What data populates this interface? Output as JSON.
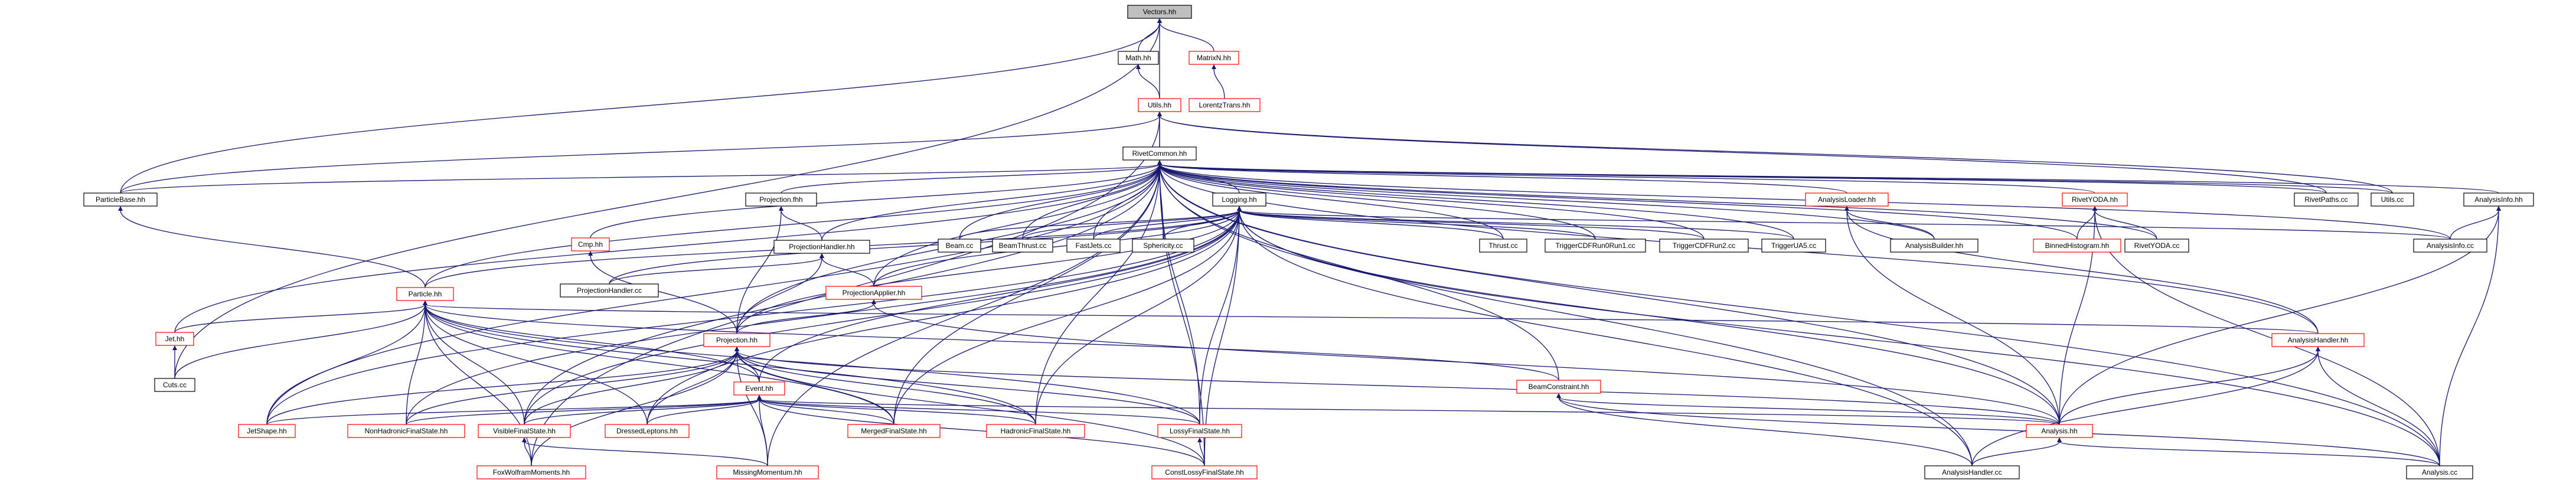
{
  "colors": {
    "edge": "#191970",
    "border_ok": "#000000",
    "border_bad": "#ff0000",
    "fill_node": "#ffffff",
    "fill_root": "#bfbfbf"
  },
  "nodes": [
    {
      "id": "vectors",
      "label": "Vectors.hh",
      "kind": "root"
    },
    {
      "id": "math",
      "label": "Math.hh",
      "kind": "ok"
    },
    {
      "id": "matrixn",
      "label": "MatrixN.hh",
      "kind": "bad"
    },
    {
      "id": "utils",
      "label": "Utils.hh",
      "kind": "bad"
    },
    {
      "id": "lorentz",
      "label": "LorentzTrans.hh",
      "kind": "bad"
    },
    {
      "id": "rivetcommon",
      "label": "RivetCommon.hh",
      "kind": "ok"
    },
    {
      "id": "particlebase",
      "label": "ParticleBase.hh",
      "kind": "ok"
    },
    {
      "id": "projectionfhh",
      "label": "Projection.fhh",
      "kind": "ok"
    },
    {
      "id": "logging",
      "label": "Logging.hh",
      "kind": "ok"
    },
    {
      "id": "analysisloader",
      "label": "AnalysisLoader.hh",
      "kind": "bad"
    },
    {
      "id": "rivetyodahh",
      "label": "RivetYODA.hh",
      "kind": "bad"
    },
    {
      "id": "rivetpaths",
      "label": "RivetPaths.cc",
      "kind": "ok"
    },
    {
      "id": "utilscc",
      "label": "Utils.cc",
      "kind": "ok"
    },
    {
      "id": "analysisinfohh",
      "label": "AnalysisInfo.hh",
      "kind": "ok"
    },
    {
      "id": "cmphh",
      "label": "Cmp.hh",
      "kind": "bad"
    },
    {
      "id": "projectionhandlerhh",
      "label": "ProjectionHandler.hh",
      "kind": "ok"
    },
    {
      "id": "beamcc",
      "label": "Beam.cc",
      "kind": "ok"
    },
    {
      "id": "beamthrust",
      "label": "BeamThrust.cc",
      "kind": "ok"
    },
    {
      "id": "fastjets",
      "label": "FastJets.cc",
      "kind": "ok"
    },
    {
      "id": "sphericity",
      "label": "Sphericity.cc",
      "kind": "ok"
    },
    {
      "id": "thrust",
      "label": "Thrust.cc",
      "kind": "ok"
    },
    {
      "id": "trigcdf1",
      "label": "TriggerCDFRun0Run1.cc",
      "kind": "ok"
    },
    {
      "id": "trigcdf2",
      "label": "TriggerCDFRun2.cc",
      "kind": "ok"
    },
    {
      "id": "trigua5",
      "label": "TriggerUA5.cc",
      "kind": "ok"
    },
    {
      "id": "analysisbuilder",
      "label": "AnalysisBuilder.hh",
      "kind": "ok"
    },
    {
      "id": "binnedhisto",
      "label": "BinnedHistogram.hh",
      "kind": "bad"
    },
    {
      "id": "rivetyodacc",
      "label": "RivetYODA.cc",
      "kind": "ok"
    },
    {
      "id": "analysisinfocc",
      "label": "AnalysisInfo.cc",
      "kind": "ok"
    },
    {
      "id": "projectionhandlercc",
      "label": "ProjectionHandler.cc",
      "kind": "ok"
    },
    {
      "id": "projectionapplier",
      "label": "ProjectionApplier.hh",
      "kind": "bad"
    },
    {
      "id": "particlehh",
      "label": "Particle.hh",
      "kind": "bad"
    },
    {
      "id": "jethh",
      "label": "Jet.hh",
      "kind": "bad"
    },
    {
      "id": "projectionhh",
      "label": "Projection.hh",
      "kind": "bad"
    },
    {
      "id": "cutscc",
      "label": "Cuts.cc",
      "kind": "ok"
    },
    {
      "id": "eventhh",
      "label": "Event.hh",
      "kind": "bad"
    },
    {
      "id": "beamconstraint",
      "label": "BeamConstraint.hh",
      "kind": "bad"
    },
    {
      "id": "analysishandlerhh",
      "label": "AnalysisHandler.hh",
      "kind": "bad"
    },
    {
      "id": "jetshape",
      "label": "JetShape.hh",
      "kind": "bad"
    },
    {
      "id": "nonhadronic",
      "label": "NonHadronicFinalState.hh",
      "kind": "bad"
    },
    {
      "id": "visiblefs",
      "label": "VisibleFinalState.hh",
      "kind": "bad"
    },
    {
      "id": "dressedleptons",
      "label": "DressedLeptons.hh",
      "kind": "bad"
    },
    {
      "id": "mergedfs",
      "label": "MergedFinalState.hh",
      "kind": "bad"
    },
    {
      "id": "hadronicfs",
      "label": "HadronicFinalState.hh",
      "kind": "bad"
    },
    {
      "id": "lossyfs",
      "label": "LossyFinalState.hh",
      "kind": "bad"
    },
    {
      "id": "analysishh",
      "label": "Analysis.hh",
      "kind": "bad"
    },
    {
      "id": "foxwolfram",
      "label": "FoxWolframMoments.hh",
      "kind": "bad"
    },
    {
      "id": "missingmomentum",
      "label": "MissingMomentum.hh",
      "kind": "bad"
    },
    {
      "id": "constlossy",
      "label": "ConstLossyFinalState.hh",
      "kind": "bad"
    },
    {
      "id": "analysishandlercc",
      "label": "AnalysisHandler.cc",
      "kind": "ok"
    },
    {
      "id": "analysiscc",
      "label": "Analysis.cc",
      "kind": "ok"
    }
  ]
}
